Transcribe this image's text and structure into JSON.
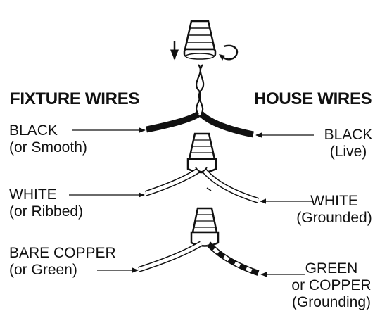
{
  "headings": {
    "fixture": "FIXTURE WIRES",
    "house": "HOUSE WIRES"
  },
  "rows": [
    {
      "fixture_label": [
        "BLACK",
        "(or Smooth)"
      ],
      "house_label": [
        "BLACK",
        "(Live)"
      ]
    },
    {
      "fixture_label": [
        "WHITE",
        "(or Ribbed)"
      ],
      "house_label": [
        "WHITE",
        "(Grounded)"
      ]
    },
    {
      "fixture_label": [
        "BARE COPPER",
        "(or Green)"
      ],
      "house_label": [
        "GREEN",
        "or COPPER",
        "(Grounding)"
      ]
    }
  ],
  "icons": {
    "push_down": "down-arrow-icon",
    "twist": "twist-clockwise-arrow-icon"
  },
  "colors": {
    "ink": "#111111",
    "background": "#ffffff"
  }
}
